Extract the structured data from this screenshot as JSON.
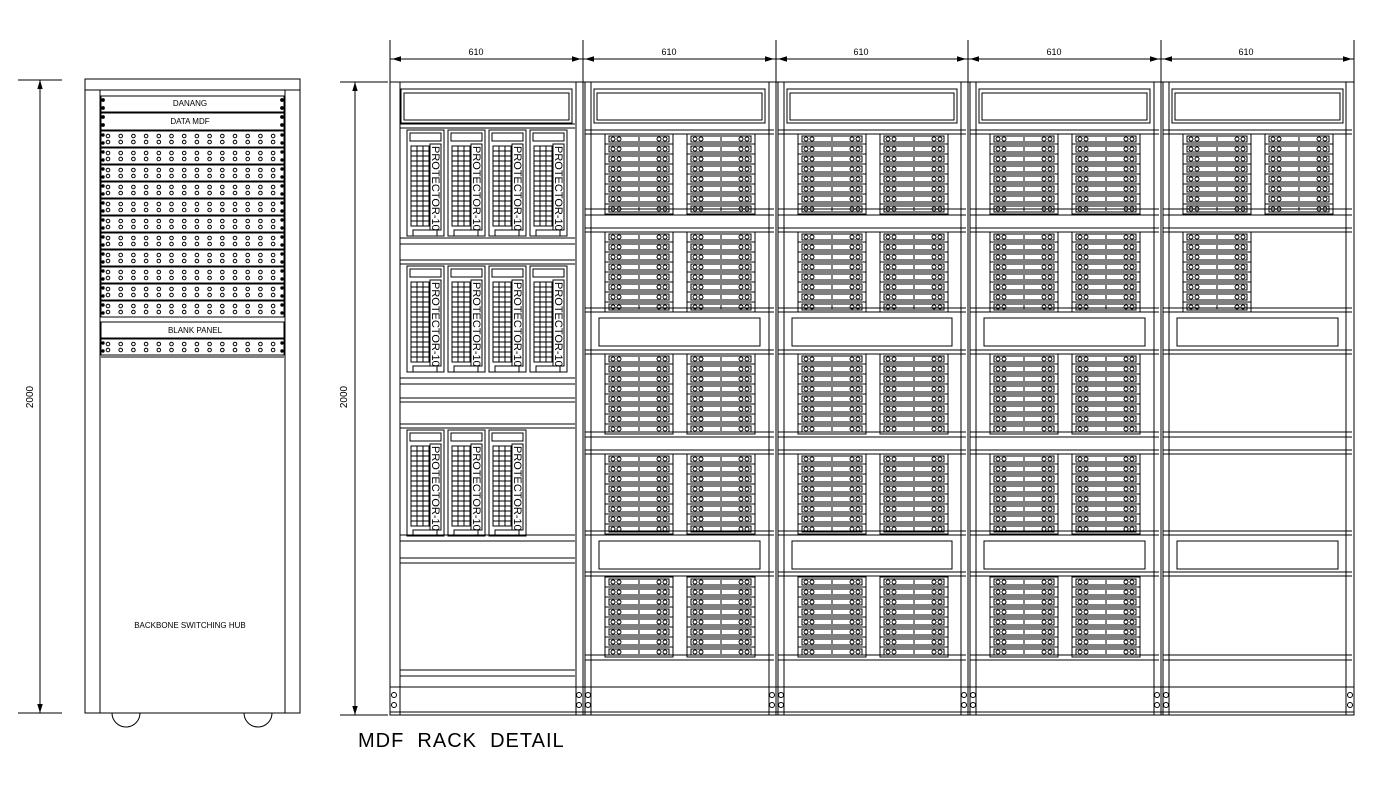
{
  "single_rack": {
    "height_dim": "2000",
    "panel_label_1": "DANANG",
    "panel_label_2": "DATA MDF",
    "blank_panel_label": "BLANK PANEL",
    "hub_label": "BACKBONE SWITCHING HUB"
  },
  "mdf_detail": {
    "height_dim": "2000",
    "width_dims": [
      "610",
      "610",
      "610",
      "610",
      "610"
    ],
    "protector_label": "PROTECTOR-10",
    "title": "MDF  RACK  DETAIL"
  }
}
